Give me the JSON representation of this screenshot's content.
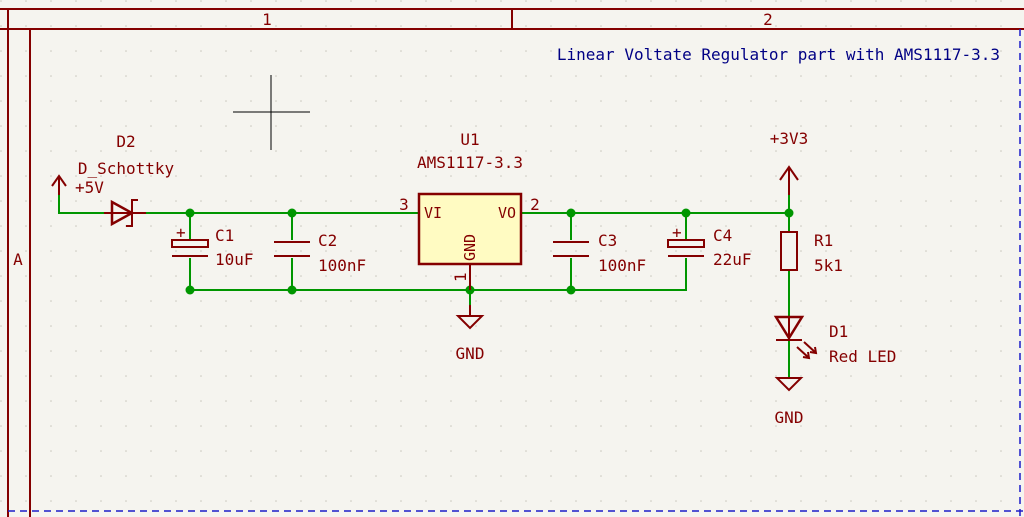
{
  "frame": {
    "col1": "1",
    "col2": "2",
    "rowA": "A"
  },
  "sheet_title": "Linear Voltate Regulator part with AMS1117-3.3",
  "components": {
    "d2": {
      "ref": "D2",
      "value": "D_Schottky"
    },
    "pwr_in": {
      "value": "+5V"
    },
    "c1": {
      "ref": "C1",
      "value": "10uF"
    },
    "c2": {
      "ref": "C2",
      "value": "100nF"
    },
    "u1": {
      "ref": "U1",
      "value": "AMS1117-3.3",
      "pin_vi": "VI",
      "pin_vo": "VO",
      "pin_gnd": "GND",
      "pin3": "3",
      "pin2": "2",
      "pin1": "1"
    },
    "c3": {
      "ref": "C3",
      "value": "100nF"
    },
    "c4": {
      "ref": "C4",
      "value": "22uF"
    },
    "pwr_out": {
      "value": "+3V3"
    },
    "r1": {
      "ref": "R1",
      "value": "5k1"
    },
    "d1": {
      "ref": "D1",
      "value": "Red LED"
    },
    "gnd1": {
      "value": "GND"
    },
    "gnd2": {
      "value": "GND"
    }
  },
  "colors": {
    "wire": "#009600",
    "symbol": "#840000",
    "ic_fill": "#fffbc2",
    "title": "#000084",
    "border": "#840000",
    "background": "#f5f4ef"
  }
}
